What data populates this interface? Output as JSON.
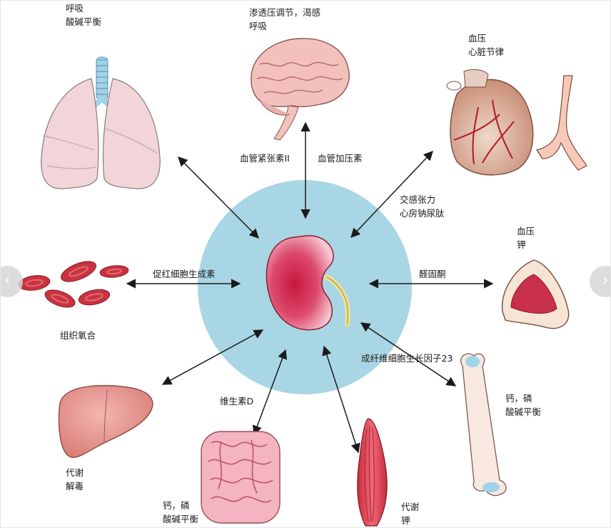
{
  "nav": {
    "prev_icon": "chevron-left-icon",
    "next_icon": "chevron-right-icon",
    "prev_glyph": "‹",
    "next_glyph": "›"
  },
  "labels": {
    "lungs": [
      "呼吸",
      "酸碱平衡"
    ],
    "brain": [
      "渗透压调节，渴感",
      "呼吸"
    ],
    "heart": [
      "血压",
      "心脏节律"
    ],
    "angiotensin": "血管紧张素II",
    "vasopressin": "血管加压素",
    "sympathetic": [
      "交感张力",
      "心房钠尿肽"
    ],
    "adrenal": [
      "血压",
      "钾"
    ],
    "aldosterone": "醛固酮",
    "epo": "促红细胞生成素",
    "rbc": "组织氧合",
    "fgf": "成纤维细胞生长因子23",
    "bone": [
      "钙，磷",
      "酸碱平衡"
    ],
    "vitd": "维生素D",
    "liver": [
      "代谢",
      "解毒"
    ],
    "intestine": [
      "钙，磷",
      "酸碱平衡"
    ],
    "muscle": [
      "代谢",
      "钾"
    ]
  },
  "colors": {
    "center_circle": "#a9d6e4",
    "kidney": "#c8163f",
    "organ_pink": "#f2c3c8",
    "organ_red": "#c2464f",
    "airway_blue": "#9fd3ea",
    "arrow": "#1a1a1a"
  }
}
